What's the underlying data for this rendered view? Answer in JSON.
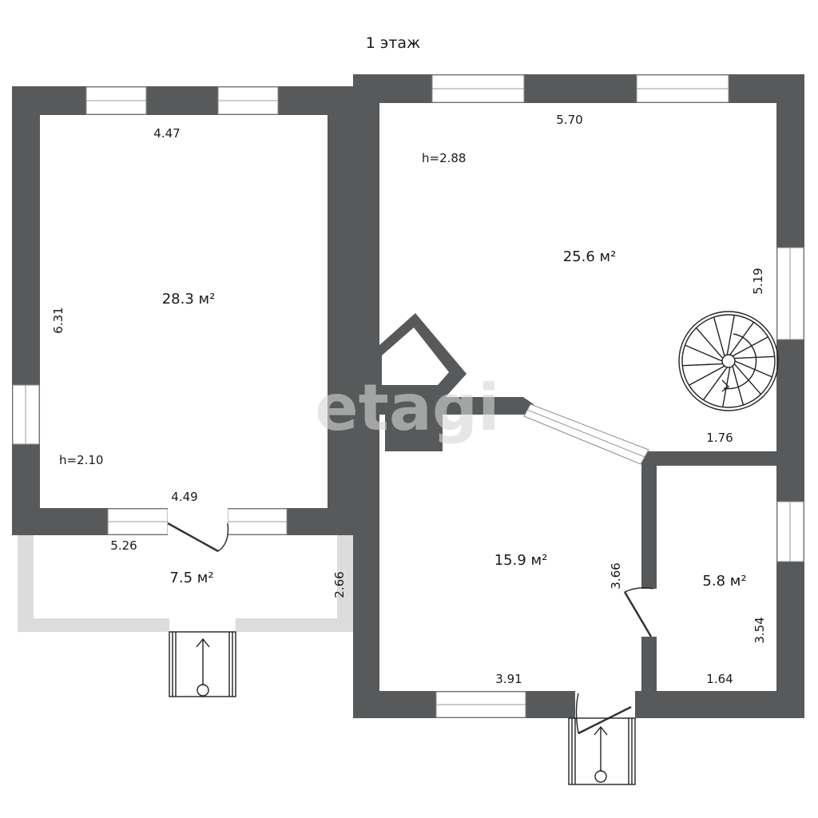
{
  "floor_title": "1 этаж",
  "watermark": "etagi",
  "rooms": [
    {
      "area": "28.3 м²",
      "width": "4.47",
      "length": "6.31",
      "height": "h=2.10",
      "bottom_width": "4.49"
    },
    {
      "area": "25.6 м²",
      "width": "5.70",
      "length": "5.19",
      "height": "h=2.88",
      "bottom_width": "1.76"
    },
    {
      "area": "7.5 м²",
      "width": "5.26",
      "length": "2.66"
    },
    {
      "area": "15.9 м²",
      "width": "3.91",
      "length": "3.66"
    },
    {
      "area": "5.8 м²",
      "width": "1.64",
      "length": "3.54"
    }
  ],
  "colors": {
    "wall": "#58595b",
    "veranda": "#dcdcdc",
    "background": "#ffffff"
  }
}
